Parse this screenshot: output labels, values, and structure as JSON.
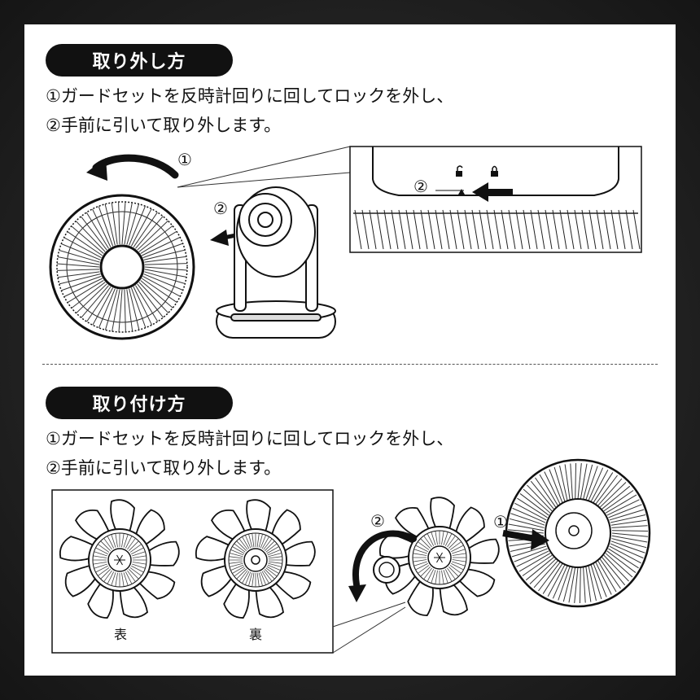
{
  "removal": {
    "heading": "取り外し方",
    "line1": "①ガードセットを反時計回りに回してロックを外し、",
    "line2": "②手前に引いて取り外します。",
    "step1_marker": "①",
    "step2_marker": "②",
    "detail_step_marker": "②"
  },
  "attachment": {
    "heading": "取り付け方",
    "line1": "①ガードセットを反時計回りに回してロックを外し、",
    "line2": "②手前に引いて取り外します。",
    "front_label": "表",
    "back_label": "裏",
    "step1_marker": "①",
    "step2_marker": "②"
  },
  "icons": {
    "unlock": "unlock-icon",
    "lock": "lock-icon",
    "arrow": "arrow-icon"
  }
}
